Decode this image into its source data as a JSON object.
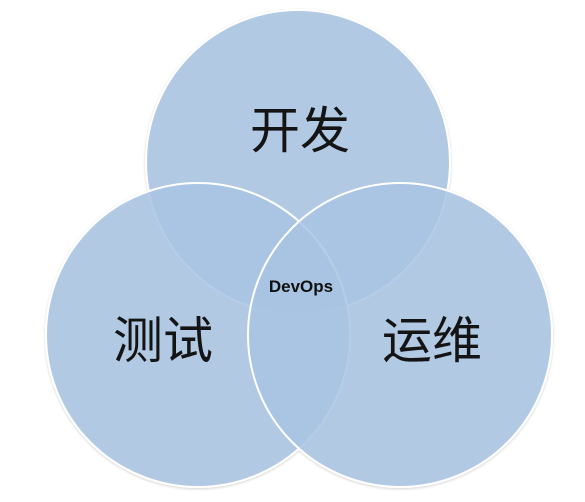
{
  "diagram": {
    "type": "venn-3",
    "sets": [
      {
        "id": "dev",
        "label": "开发"
      },
      {
        "id": "test",
        "label": "测试"
      },
      {
        "id": "ops",
        "label": "运维"
      }
    ],
    "center": {
      "label": "DevOps"
    },
    "colors": {
      "fill": "#a9c4e3",
      "stroke": "#ffffff",
      "text": "#141414"
    }
  }
}
